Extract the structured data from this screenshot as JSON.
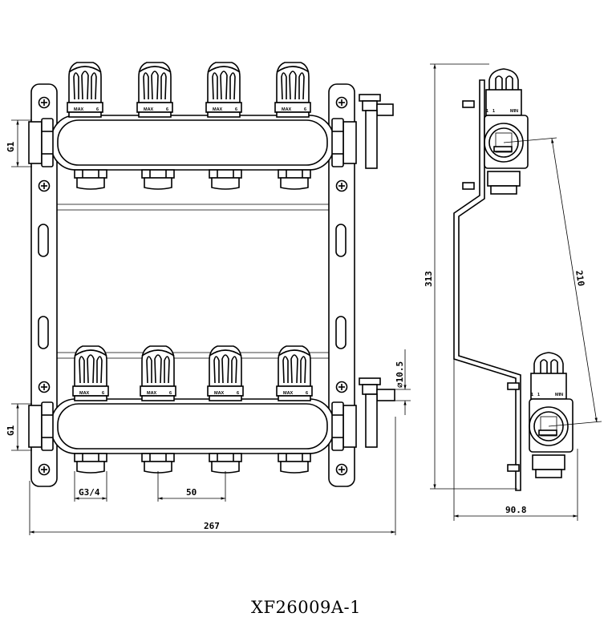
{
  "drawing_code": "XF26009A-1",
  "dimensions": {
    "thread_inlet_top": "G1",
    "thread_inlet_bottom": "G1",
    "thread_outlet": "G3/4",
    "outlet_spacing": "50",
    "total_width": "267",
    "total_height": "313",
    "bracket_depth": "90.8",
    "bar_spacing": "210",
    "valve_diameter": "∅10.5"
  },
  "valve_marks": {
    "max": "MAX",
    "level": "6",
    "min": "MIN",
    "one": "1"
  },
  "outlets_per_bar": 4
}
